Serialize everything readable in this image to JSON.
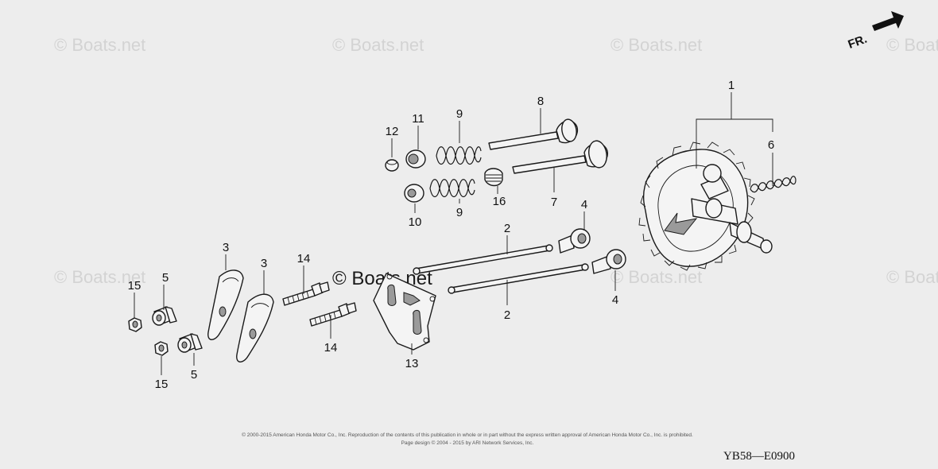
{
  "watermark": {
    "text": "© Boats.net",
    "center_text": "© Boats.net"
  },
  "direction": {
    "label": "FR."
  },
  "labels": {
    "l1": "1",
    "l2a": "2",
    "l2b": "2",
    "l3a": "3",
    "l3b": "3",
    "l4a": "4",
    "l4b": "4",
    "l5a": "5",
    "l5b": "5",
    "l6": "6",
    "l7": "7",
    "l8": "8",
    "l9a": "9",
    "l9b": "9",
    "l10": "10",
    "l11": "11",
    "l12": "12",
    "l13": "13",
    "l14a": "14",
    "l14b": "14",
    "l15a": "15",
    "l15b": "15",
    "l16": "16"
  },
  "footer": {
    "copyright_line1": "© 2000-2015 American Honda Motor Co., Inc. Reproduction of the contents of this publication in whole or in part without the express written approval of American Honda Motor Co., Inc. is prohibited.",
    "copyright_line2": "Page design © 2004 - 2015 by ARI Network Services, Inc.",
    "diagram_code": "YB58—E0900"
  }
}
